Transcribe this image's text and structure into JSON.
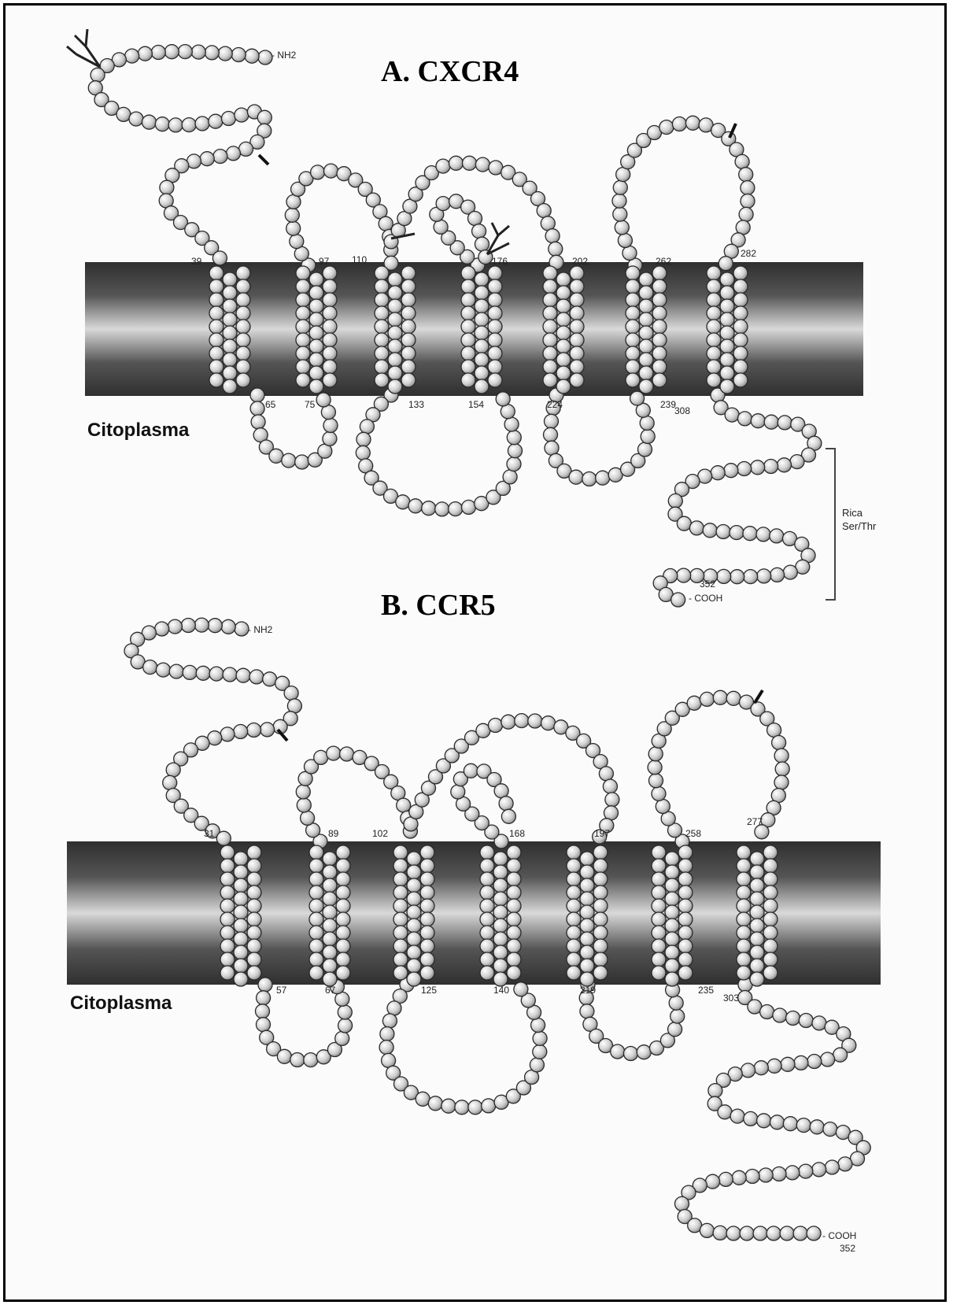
{
  "panels": [
    {
      "id": "A",
      "title": "A. CXCR4",
      "cytoplasm_label": "Citoplasma",
      "n_terminus": "NH2",
      "c_terminus": "COOH",
      "c_terminus_number": "352",
      "extracellular_boundaries": [
        "39",
        "97",
        "110",
        "176",
        "202",
        "262",
        "282"
      ],
      "intracellular_boundaries": [
        "65",
        "75",
        "133",
        "154",
        "224",
        "239",
        "308"
      ],
      "bracket_label": [
        "Rica",
        "Ser/Thr"
      ]
    },
    {
      "id": "B",
      "title": "B. CCR5",
      "cytoplasm_label": "Citoplasma",
      "n_terminus": "NH2",
      "c_terminus": "COOH",
      "c_terminus_number": "352",
      "extracellular_boundaries": [
        "31",
        "89",
        "102",
        "168",
        "197",
        "258",
        "277"
      ],
      "intracellular_boundaries": [
        "57",
        "67",
        "125",
        "140",
        "219",
        "235",
        "303"
      ]
    }
  ],
  "colors": {
    "frame": "#000000",
    "membrane_dark": "#3a3a3a",
    "membrane_light": "#d9d9d9",
    "residue_fill": "#e6e6e6",
    "residue_stroke": "#2a2a2a"
  }
}
